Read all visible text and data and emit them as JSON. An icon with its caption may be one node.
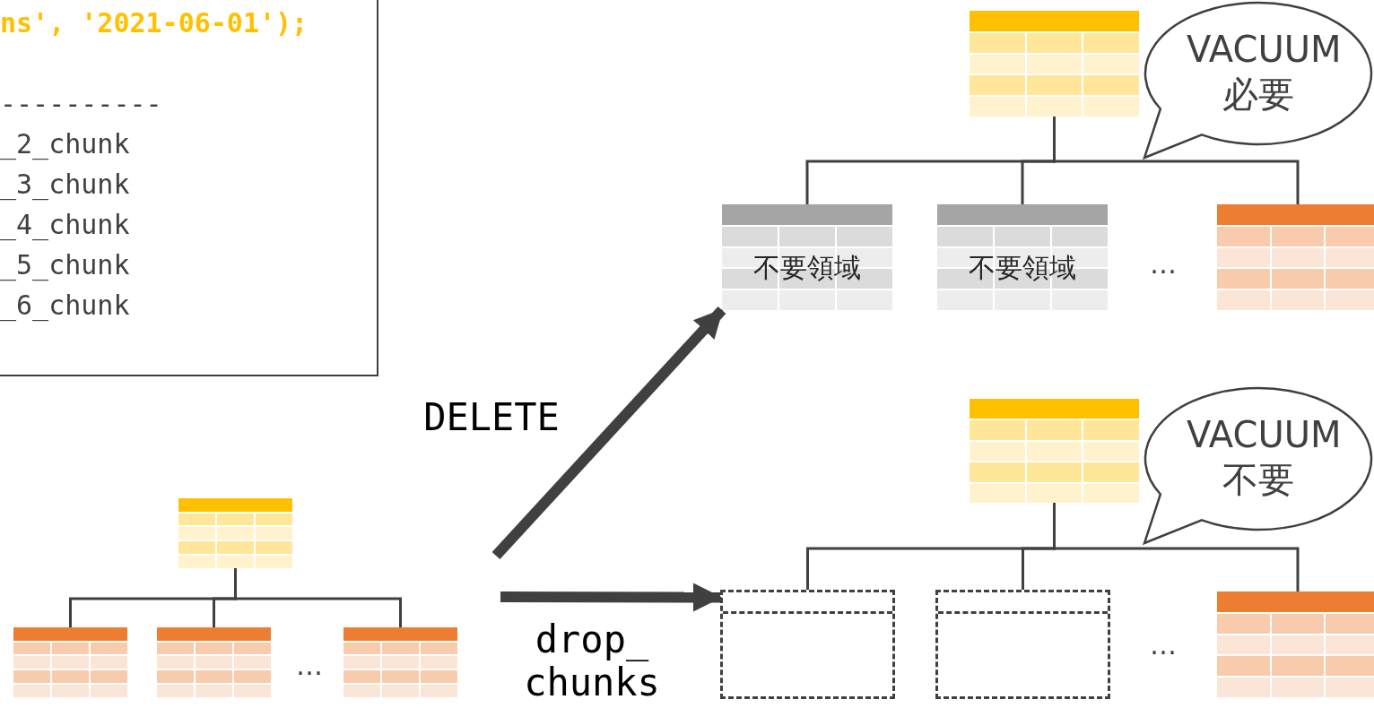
{
  "diagram": {
    "nodes": [
      {
        "text": [
          "ns', '2021-06-01');",
          "----------",
          "_2_chunk",
          "_3_chunk",
          "_4_chunk",
          "_5_chunk",
          "_6_chunk"
        ]
      },
      {
        "text": [],
        "shape": "table"
      },
      {
        "text": [],
        "shape": "table"
      },
      {
        "text": [],
        "shape": "table"
      },
      {
        "text": [],
        "shape": "table"
      },
      {
        "text": [],
        "shape": "table"
      },
      {
        "text": [
          "不要領域"
        ]
      },
      {
        "text": [
          "不要領域"
        ]
      },
      {
        "text": [],
        "shape": "table"
      },
      {
        "text": [
          "VACUUM 必要"
        ]
      },
      {
        "text": [],
        "shape": "table"
      },
      {
        "text": [],
        "shape": "box"
      },
      {
        "text": [],
        "shape": "box"
      },
      {
        "text": [],
        "shape": "table"
      },
      {
        "text": [
          "VACUUM 不要"
        ]
      }
    ],
    "edges": [
      {
        "from": 5,
        "to": 6,
        "arrow": "none"
      },
      {
        "from": 5,
        "to": 7,
        "arrow": "none"
      },
      {
        "from": 5,
        "to": 8,
        "arrow": "none"
      },
      {
        "from": 10,
        "to": 11,
        "arrow": "none"
      },
      {
        "from": 10,
        "to": 12,
        "arrow": "none"
      },
      {
        "from": 10,
        "to": 13,
        "arrow": "none"
      },
      {
        "from": null,
        "to": 6,
        "arrow": "to",
        "label": "DELETE",
        "style": "thick"
      },
      {
        "from": null,
        "to": 11,
        "arrow": "to",
        "label": "drop_ chunks",
        "style": "thick"
      },
      {
        "from": 1,
        "to": 2,
        "arrow": "none"
      },
      {
        "from": 1,
        "to": 3,
        "arrow": "none"
      },
      {
        "from": 1,
        "to": 4,
        "arrow": "none"
      }
    ],
    "labels": [
      "…",
      "…",
      "…"
    ]
  }
}
